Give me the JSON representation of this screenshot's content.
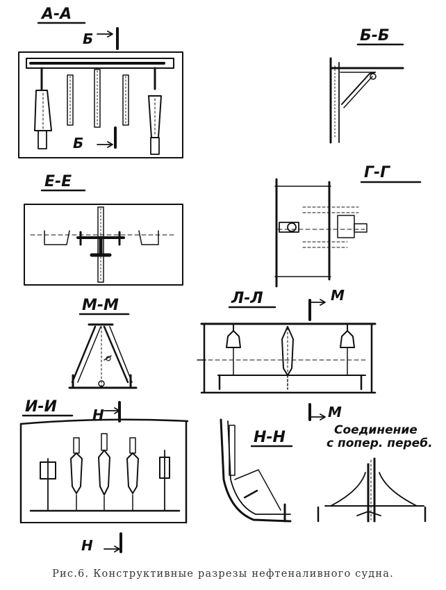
{
  "sections": {
    "aa": "А-А",
    "bb": "Б-Б",
    "ee": "Е-Е",
    "gg": "Г-Г",
    "mm": "М-М",
    "ll": "Л-Л",
    "ii": "И-И",
    "nn": "Н-Н"
  },
  "cut_marks": {
    "b": "Б",
    "m": "М",
    "n": "Н"
  },
  "connection_note": {
    "line1": "Соединение",
    "line2": "с попер. переб."
  },
  "caption": "Рис.6. Конструктивные разрезы нефтеналивного судна."
}
